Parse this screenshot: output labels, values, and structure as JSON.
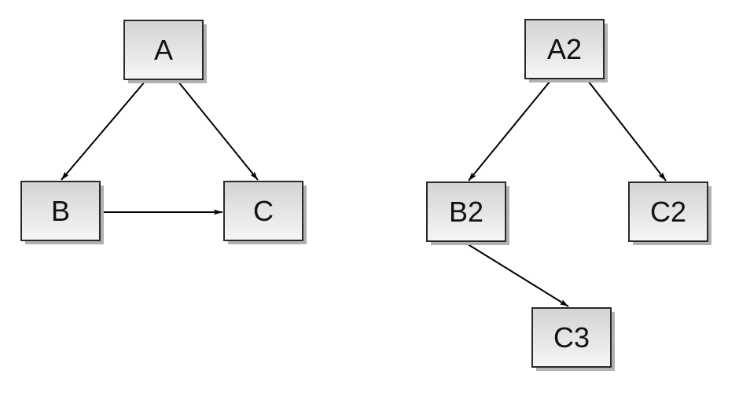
{
  "diagram": {
    "type": "directed-node-link-graph",
    "background": "#ffffff",
    "graphs": [
      {
        "name": "left-graph",
        "nodes": [
          {
            "id": "A",
            "label": "A"
          },
          {
            "id": "B",
            "label": "B"
          },
          {
            "id": "C",
            "label": "C"
          }
        ],
        "edges": [
          {
            "from": "A",
            "to": "B"
          },
          {
            "from": "A",
            "to": "C"
          },
          {
            "from": "B",
            "to": "C"
          }
        ]
      },
      {
        "name": "right-graph",
        "nodes": [
          {
            "id": "A2",
            "label": "A2"
          },
          {
            "id": "B2",
            "label": "B2"
          },
          {
            "id": "C2",
            "label": "C2"
          },
          {
            "id": "C3",
            "label": "C3"
          }
        ],
        "edges": [
          {
            "from": "A2",
            "to": "B2"
          },
          {
            "from": "A2",
            "to": "C2"
          },
          {
            "from": "B2",
            "to": "C3"
          }
        ]
      }
    ],
    "style": {
      "node_fill_top": "#d3d3d3",
      "node_fill_bottom": "#f6f6f6",
      "node_border": "#2a2a2a",
      "node_shadow": "#b1b1b1",
      "edge_color": "#000000",
      "text_color": "#111111"
    }
  }
}
